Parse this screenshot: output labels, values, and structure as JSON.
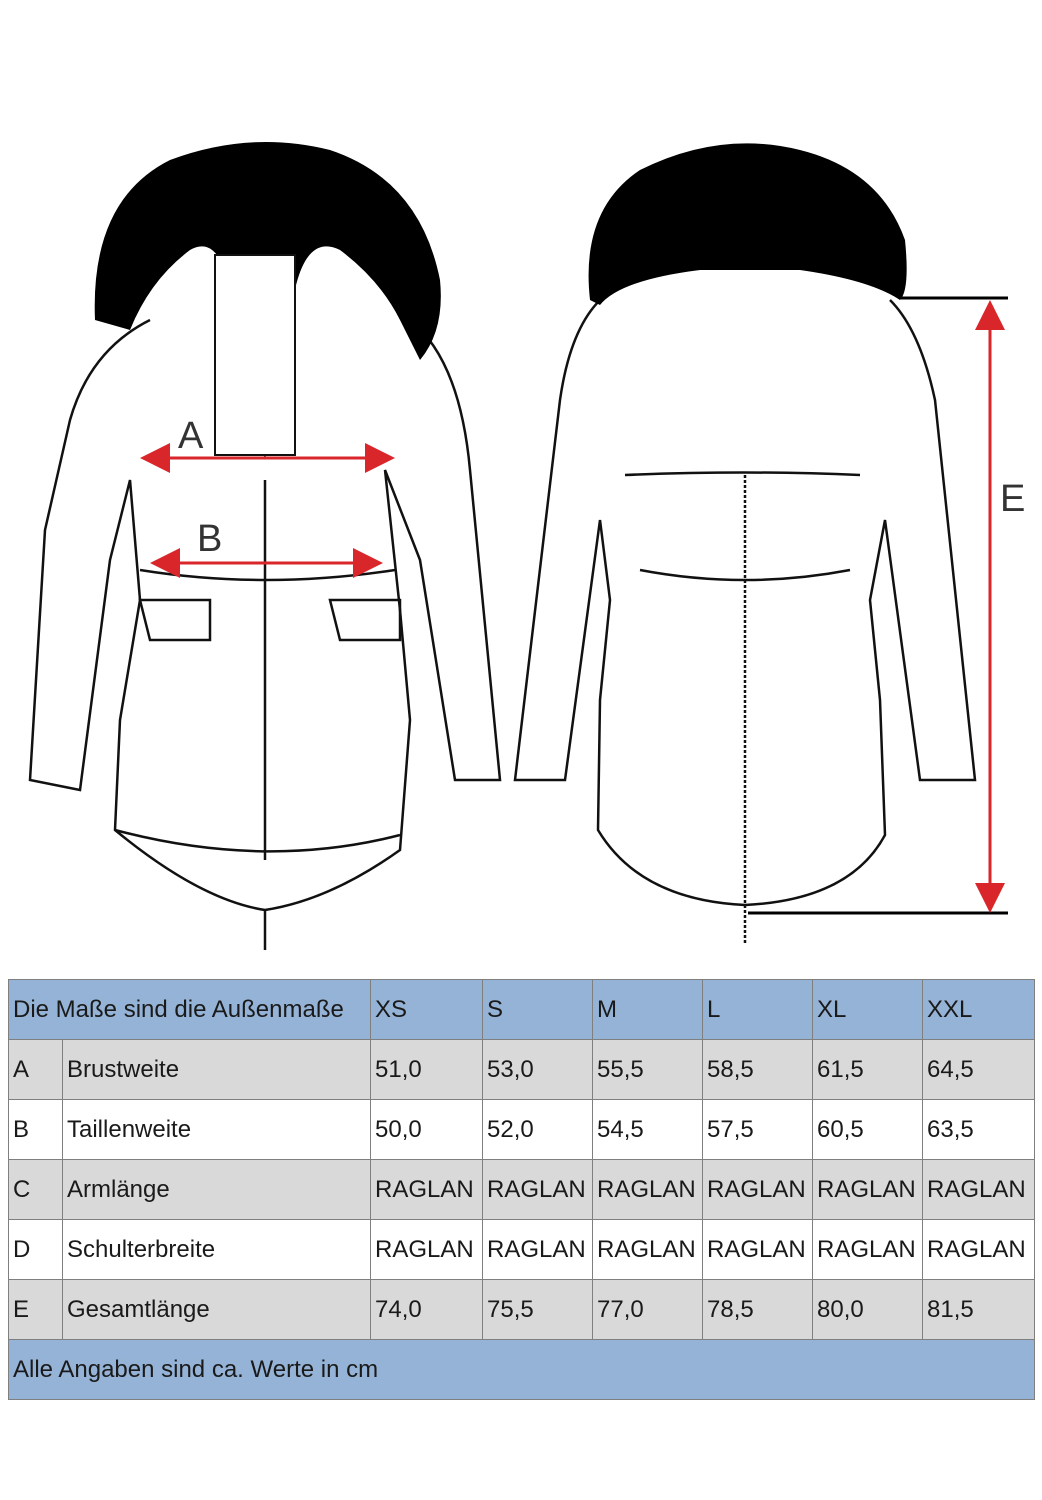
{
  "diagram": {
    "labels": {
      "a": "A",
      "b": "B",
      "e": "E"
    },
    "arrow_color": "#d9262b"
  },
  "table": {
    "header": "Die Maße sind die Außenmaße",
    "sizes": [
      "XS",
      "S",
      "M",
      "L",
      "XL",
      "XXL"
    ],
    "rows": [
      {
        "key": "A",
        "name": "Brustweite",
        "values": [
          "51,0",
          "53,0",
          "55,5",
          "58,5",
          "61,5",
          "64,5"
        ]
      },
      {
        "key": "B",
        "name": "Taillenweite",
        "values": [
          "50,0",
          "52,0",
          "54,5",
          "57,5",
          "60,5",
          "63,5"
        ]
      },
      {
        "key": "C",
        "name": "Armlänge",
        "values": [
          "RAGLAN",
          "RAGLAN",
          "RAGLAN",
          "RAGLAN",
          "RAGLAN",
          "RAGLAN"
        ]
      },
      {
        "key": "D",
        "name": "Schulterbreite",
        "values": [
          "RAGLAN",
          "RAGLAN",
          "RAGLAN",
          "RAGLAN",
          "RAGLAN",
          "RAGLAN"
        ]
      },
      {
        "key": "E",
        "name": "Gesamtlänge",
        "values": [
          "74,0",
          "75,5",
          "77,0",
          "78,5",
          "80,0",
          "81,5"
        ]
      }
    ],
    "footer": "Alle Angaben sind ca. Werte in cm",
    "header_color": "#95b3d7",
    "shade_color": "#d9d9d9"
  }
}
